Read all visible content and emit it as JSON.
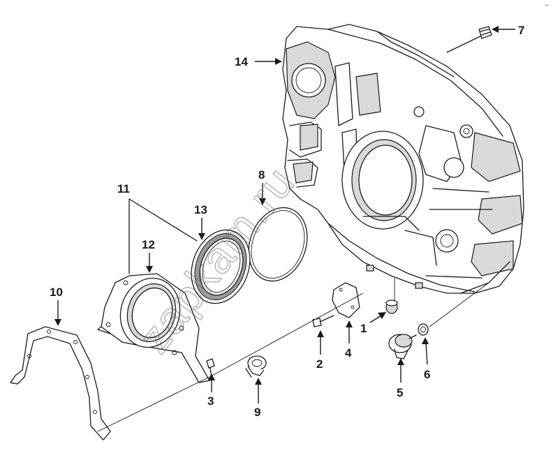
{
  "diagram": {
    "callouts": [
      {
        "id": "1",
        "label": "1"
      },
      {
        "id": "2",
        "label": "2"
      },
      {
        "id": "3",
        "label": "3"
      },
      {
        "id": "4",
        "label": "4"
      },
      {
        "id": "5",
        "label": "5"
      },
      {
        "id": "6",
        "label": "6"
      },
      {
        "id": "7",
        "label": "7"
      },
      {
        "id": "8",
        "label": "8"
      },
      {
        "id": "9",
        "label": "9"
      },
      {
        "id": "10",
        "label": "10"
      },
      {
        "id": "11",
        "label": "11"
      },
      {
        "id": "12",
        "label": "12"
      },
      {
        "id": "13",
        "label": "13"
      },
      {
        "id": "14",
        "label": "14"
      }
    ],
    "watermark": "zapkam.ru",
    "corner_mark": "--"
  }
}
